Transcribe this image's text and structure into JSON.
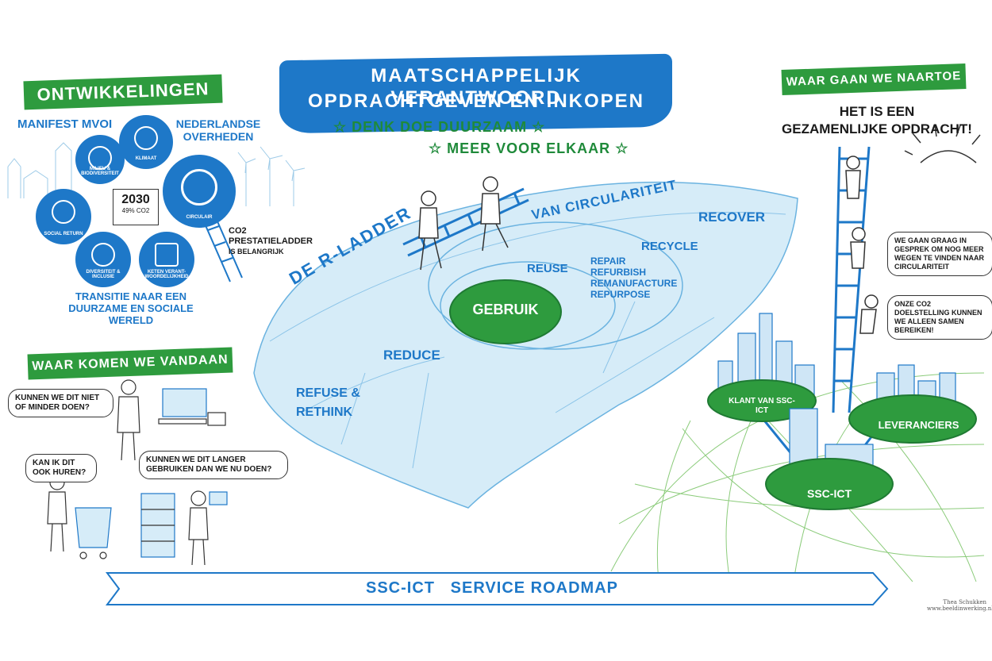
{
  "title_banner": {
    "line1": "Maatschappelijk verantwoord",
    "line2": "opdrachtgeven en inkopen"
  },
  "slogans": {
    "line1": "Denk doe duurzaam",
    "line2": "Meer voor elkaar",
    "star": "☆"
  },
  "ontwikkelingen": {
    "heading": "Ontwikkelingen",
    "manifest": "Manifest MVOI",
    "overheden": "Nederlandse overheden",
    "circles": [
      {
        "label": "Milieu & biodiversiteit",
        "icon": "globe-icon"
      },
      {
        "label": "Klimaat",
        "icon": "handshake-icon"
      },
      {
        "label": "Circulair",
        "icon": "recycle-icon"
      },
      {
        "label": "Social return",
        "icon": "people-icon"
      },
      {
        "label": "Diversiteit & inclusie",
        "icon": "heart-hands-icon"
      },
      {
        "label": "Keten verant-woordelijkheid",
        "icon": "document-icon"
      }
    ],
    "calendar_year": "2030",
    "calendar_sub": "49% CO2",
    "co2_line1": "CO2",
    "co2_line2": "prestatieladder",
    "co2_line3": "is belangrijk",
    "transitie_line1": "Transitie naar een",
    "transitie_line2": "duurzame en sociale wereld"
  },
  "vandaan": {
    "heading": "Waar komen we vandaan",
    "bubble1": "Kunnen we dit niet of minder doen?",
    "bubble2": "Kan ik dit ook huren?",
    "bubble3": "Kunnen we dit langer gebruiken dan we nu doen?"
  },
  "rladder": {
    "label": "De R-ladder",
    "van_circ": "van circulariteit",
    "recover": "Recover",
    "recycle": "Recycle",
    "reuse": "Reuse",
    "repair": "Repair",
    "refurbish": "Refurbish",
    "remanufacture": "Remanufacture",
    "repurpose": "Repurpose",
    "gebruik": "Gebruik",
    "reduce": "Reduce",
    "refuse1": "Refuse &",
    "refuse2": "Rethink"
  },
  "naartoe": {
    "heading": "Waar gaan we naartoe",
    "statement1": "Het is een",
    "statement2": "gezamenlijke opdracht!",
    "bubble1": "We gaan graag in gesprek om nog meer wegen te vinden naar circulariteit",
    "bubble2": "Onze CO2 doelstelling kunnen we alleen samen bereiken!",
    "island1": "Klant van SSC-ICT",
    "island2": "Leveranciers",
    "island3": "SSC-ICT"
  },
  "roadmap": "SSC-ICT   Service Roadmap",
  "signature": {
    "name": "Thea Schukken",
    "site": "www.beeldinwerking.nl"
  },
  "colors": {
    "blue": "#1e78c8",
    "light_blue": "#d6ecf8",
    "green": "#2e9b3e",
    "dark_green": "#1f7a33"
  }
}
